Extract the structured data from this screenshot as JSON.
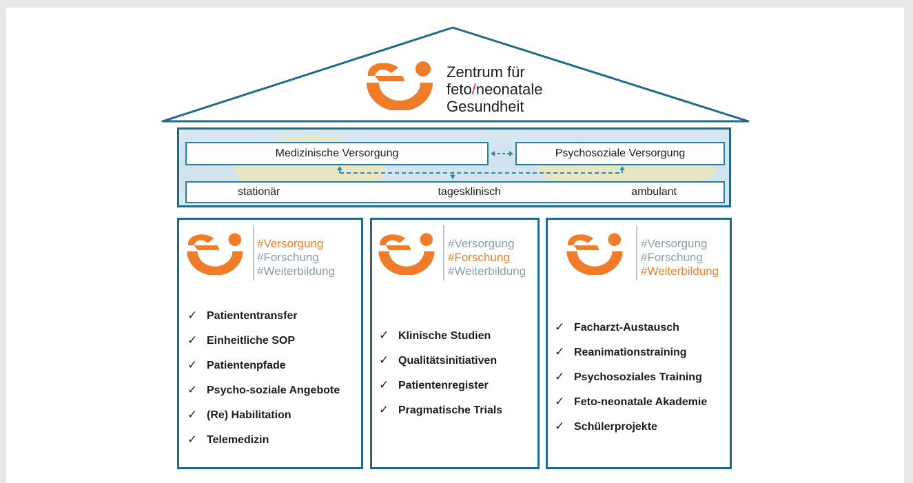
{
  "center": {
    "title_line1": "Zentrum für",
    "title_line2a": "feto",
    "title_slash": "/",
    "title_line2b": "neonatale",
    "title_line3": "Gesundheit"
  },
  "care": {
    "medical": "Medizinische Versorgung",
    "psychosocial": "Psychosoziale Versorgung",
    "settings": [
      "stationär",
      "tagesklinisch",
      "ambulant"
    ]
  },
  "columns": [
    {
      "tags": [
        "#Versorgung",
        "#Forschung",
        "#Weiterbildung"
      ],
      "active_tag": 0,
      "items": [
        "Patiententransfer",
        "Einheitliche SOP",
        "Patientenpfade",
        "Psycho-soziale Angebote",
        "(Re) Habilitation",
        "Telemedizin"
      ]
    },
    {
      "tags": [
        "#Versorgung",
        "#Forschung",
        "#Weiterbildung"
      ],
      "active_tag": 1,
      "items": [
        "Klinische Studien",
        "Qualitätsinitiativen",
        "Patientenregister",
        "Pragmatische Trials"
      ]
    },
    {
      "tags": [
        "#Versorgung",
        "#Forschung",
        "#Weiterbildung"
      ],
      "active_tag": 2,
      "items": [
        "Facharzt-Austausch",
        "Reanimationstraining",
        "Psychosoziales Training",
        "Feto-neonatale Akademie",
        "Schülerprojekte"
      ]
    }
  ],
  "check_glyph": "✓",
  "colors": {
    "brand_orange": "#f07c2a",
    "frame_blue": "#1f6a86",
    "tag_grey": "#8a9dab",
    "slash_red": "#e3222a"
  },
  "icons": [
    "logo-icon",
    "check-icon",
    "arrow-icon"
  ]
}
